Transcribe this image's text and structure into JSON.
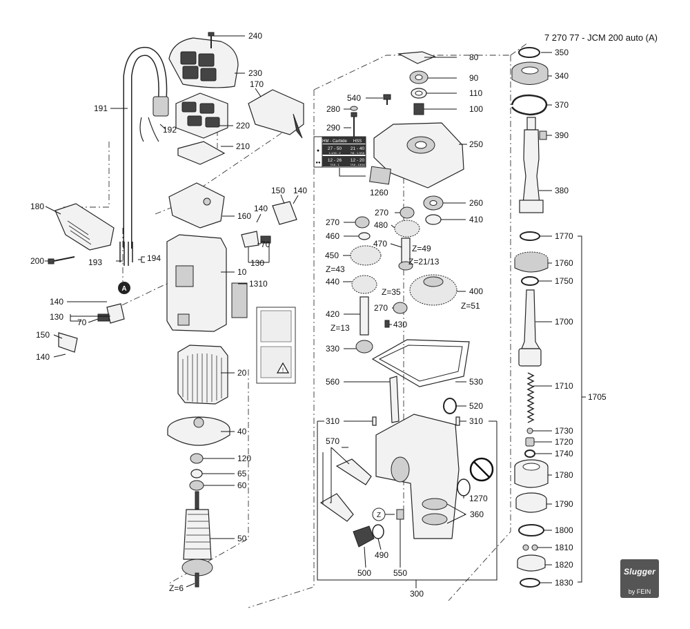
{
  "title": "7 270 77 - JCM 200 auto (A)",
  "logo": {
    "main": "Slugger",
    "sub": "by FEIN"
  },
  "icons": {
    "marker_a": "A",
    "marker_z": "Z",
    "warning": "!",
    "no_coolant": "no-coolant-sign"
  },
  "table": {
    "header": [
      "HM - Carbide",
      "HSS"
    ],
    "rows": [
      {
        "marker": "●",
        "hm": "27 - 50",
        "hm_sub": "1-1/16 - 2",
        "hss": "21 - 40",
        "hss_sub": "7/8 - 1-9/16"
      },
      {
        "marker": "●●",
        "hm": "12 - 26",
        "hm_sub": "7/16 - 1",
        "hss": "12 - 20",
        "hss_sub": "7/16 - 13/16"
      }
    ]
  },
  "labels": {
    "p240": "240",
    "p230": "230",
    "p170": "170",
    "p191": "191",
    "p192": "192",
    "p220": "220",
    "p210": "210",
    "p180": "180",
    "p150a": "150",
    "p140a": "140",
    "p160": "160",
    "p140b": "140",
    "p70a": "70",
    "p130a": "130",
    "p200": "200",
    "p193": "193",
    "p194": "194",
    "p10": "10",
    "p1310": "1310",
    "p140c": "140",
    "p130b": "130",
    "p70b": "70",
    "p150b": "150",
    "p140d": "140",
    "p20": "20",
    "p40": "40",
    "p120": "120",
    "p65": "65",
    "p60": "60",
    "p50": "50",
    "z6": "Z=6",
    "p80": "80",
    "p90": "90",
    "p110": "110",
    "p100": "100",
    "p540": "540",
    "p280": "280",
    "p290": "290",
    "p250": "250",
    "p1260": "1260",
    "p260": "260",
    "p270a": "270",
    "p270b": "270",
    "p480": "480",
    "p410": "410",
    "p460": "460",
    "p470": "470",
    "z49": "Z=49",
    "p450": "450",
    "z43": "Z=43",
    "z2113": "Z=21/13",
    "p440": "440",
    "z35": "Z=35",
    "p400": "400",
    "z51": "Z=51",
    "p420": "420",
    "p270c": "270",
    "p430": "430",
    "z13": "Z=13",
    "p330": "330",
    "p560": "560",
    "p530": "530",
    "p520": "520",
    "p310a": "310",
    "p310b": "310",
    "p570": "570",
    "p1270": "1270",
    "p360": "360",
    "p490": "490",
    "p500": "500",
    "p550": "550",
    "p300": "300",
    "p350": "350",
    "p340": "340",
    "p370": "370",
    "p390": "390",
    "p380": "380",
    "p1770": "1770",
    "p1760": "1760",
    "p1750": "1750",
    "p1700": "1700",
    "p1710": "1710",
    "p1705": "1705",
    "p1730": "1730",
    "p1720": "1720",
    "p1740": "1740",
    "p1780": "1780",
    "p1790": "1790",
    "p1800": "1800",
    "p1810": "1810",
    "p1820": "1820",
    "p1830": "1830"
  }
}
